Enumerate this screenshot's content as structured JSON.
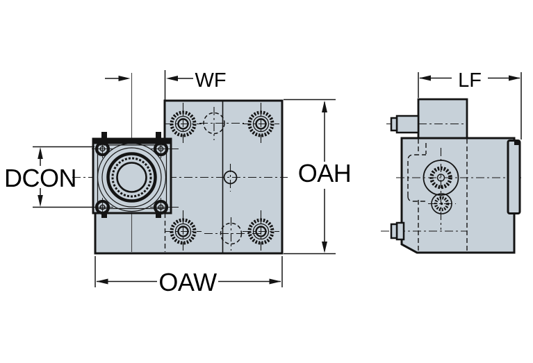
{
  "drawing": {
    "type": "technical-dimension-drawing",
    "views": {
      "front": "front-view-with-coupling-flange",
      "side": "side-view"
    },
    "labels": {
      "wf": "WF",
      "dcon": "DCON",
      "oah": "OAH",
      "oaw": "OAW",
      "lf": "LF"
    }
  },
  "colors": {
    "body_fill": "#c7d1d9",
    "line_color": "#141414",
    "text_color": "#000000",
    "background": "#ffffff"
  }
}
